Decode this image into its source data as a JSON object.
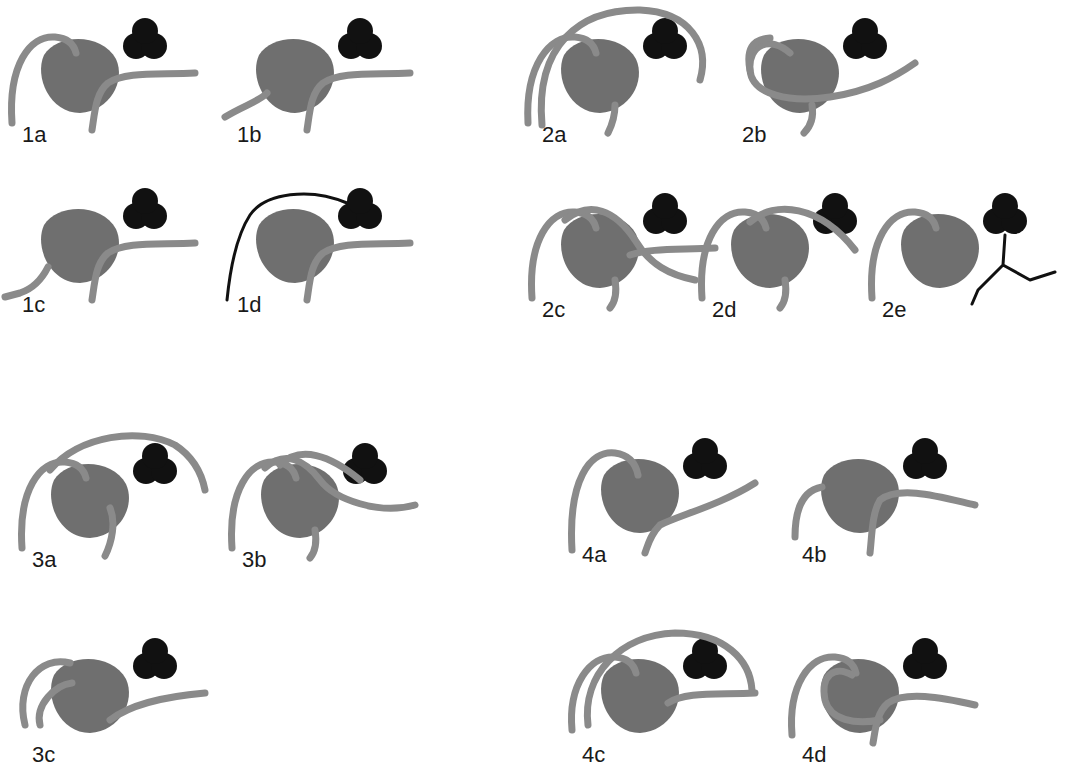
{
  "diagram": {
    "labels": [
      "1a",
      "1b",
      "2a",
      "2b",
      "1c",
      "1d",
      "2c",
      "2d",
      "2e",
      "3a",
      "3b",
      "4a",
      "4b",
      "3c",
      "4c",
      "4d"
    ]
  }
}
